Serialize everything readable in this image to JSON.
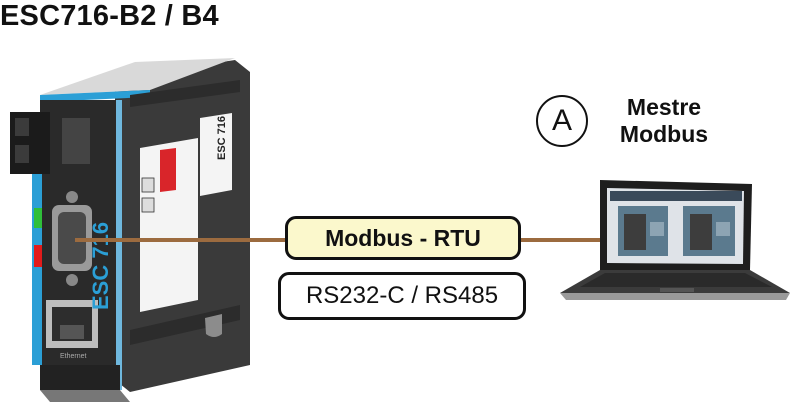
{
  "title": "ESC716-B2 / B4",
  "protocol_label": "Modbus - RTU",
  "interface_label": "RS232-C / RS485",
  "node_letter": "A",
  "master_label_line1": "Mestre",
  "master_label_line2": "Modbus",
  "device": {
    "brand_text": "ESC 716",
    "panel_text": "ESC 716",
    "ethernet_text": "Ethernet"
  },
  "colors": {
    "wire": "#9c6b3f",
    "protocol_box_fill": "#fbf8cc",
    "device_accent": "#2b9fd6",
    "led_green": "#2fbf3a",
    "led_red": "#e21b1b"
  }
}
